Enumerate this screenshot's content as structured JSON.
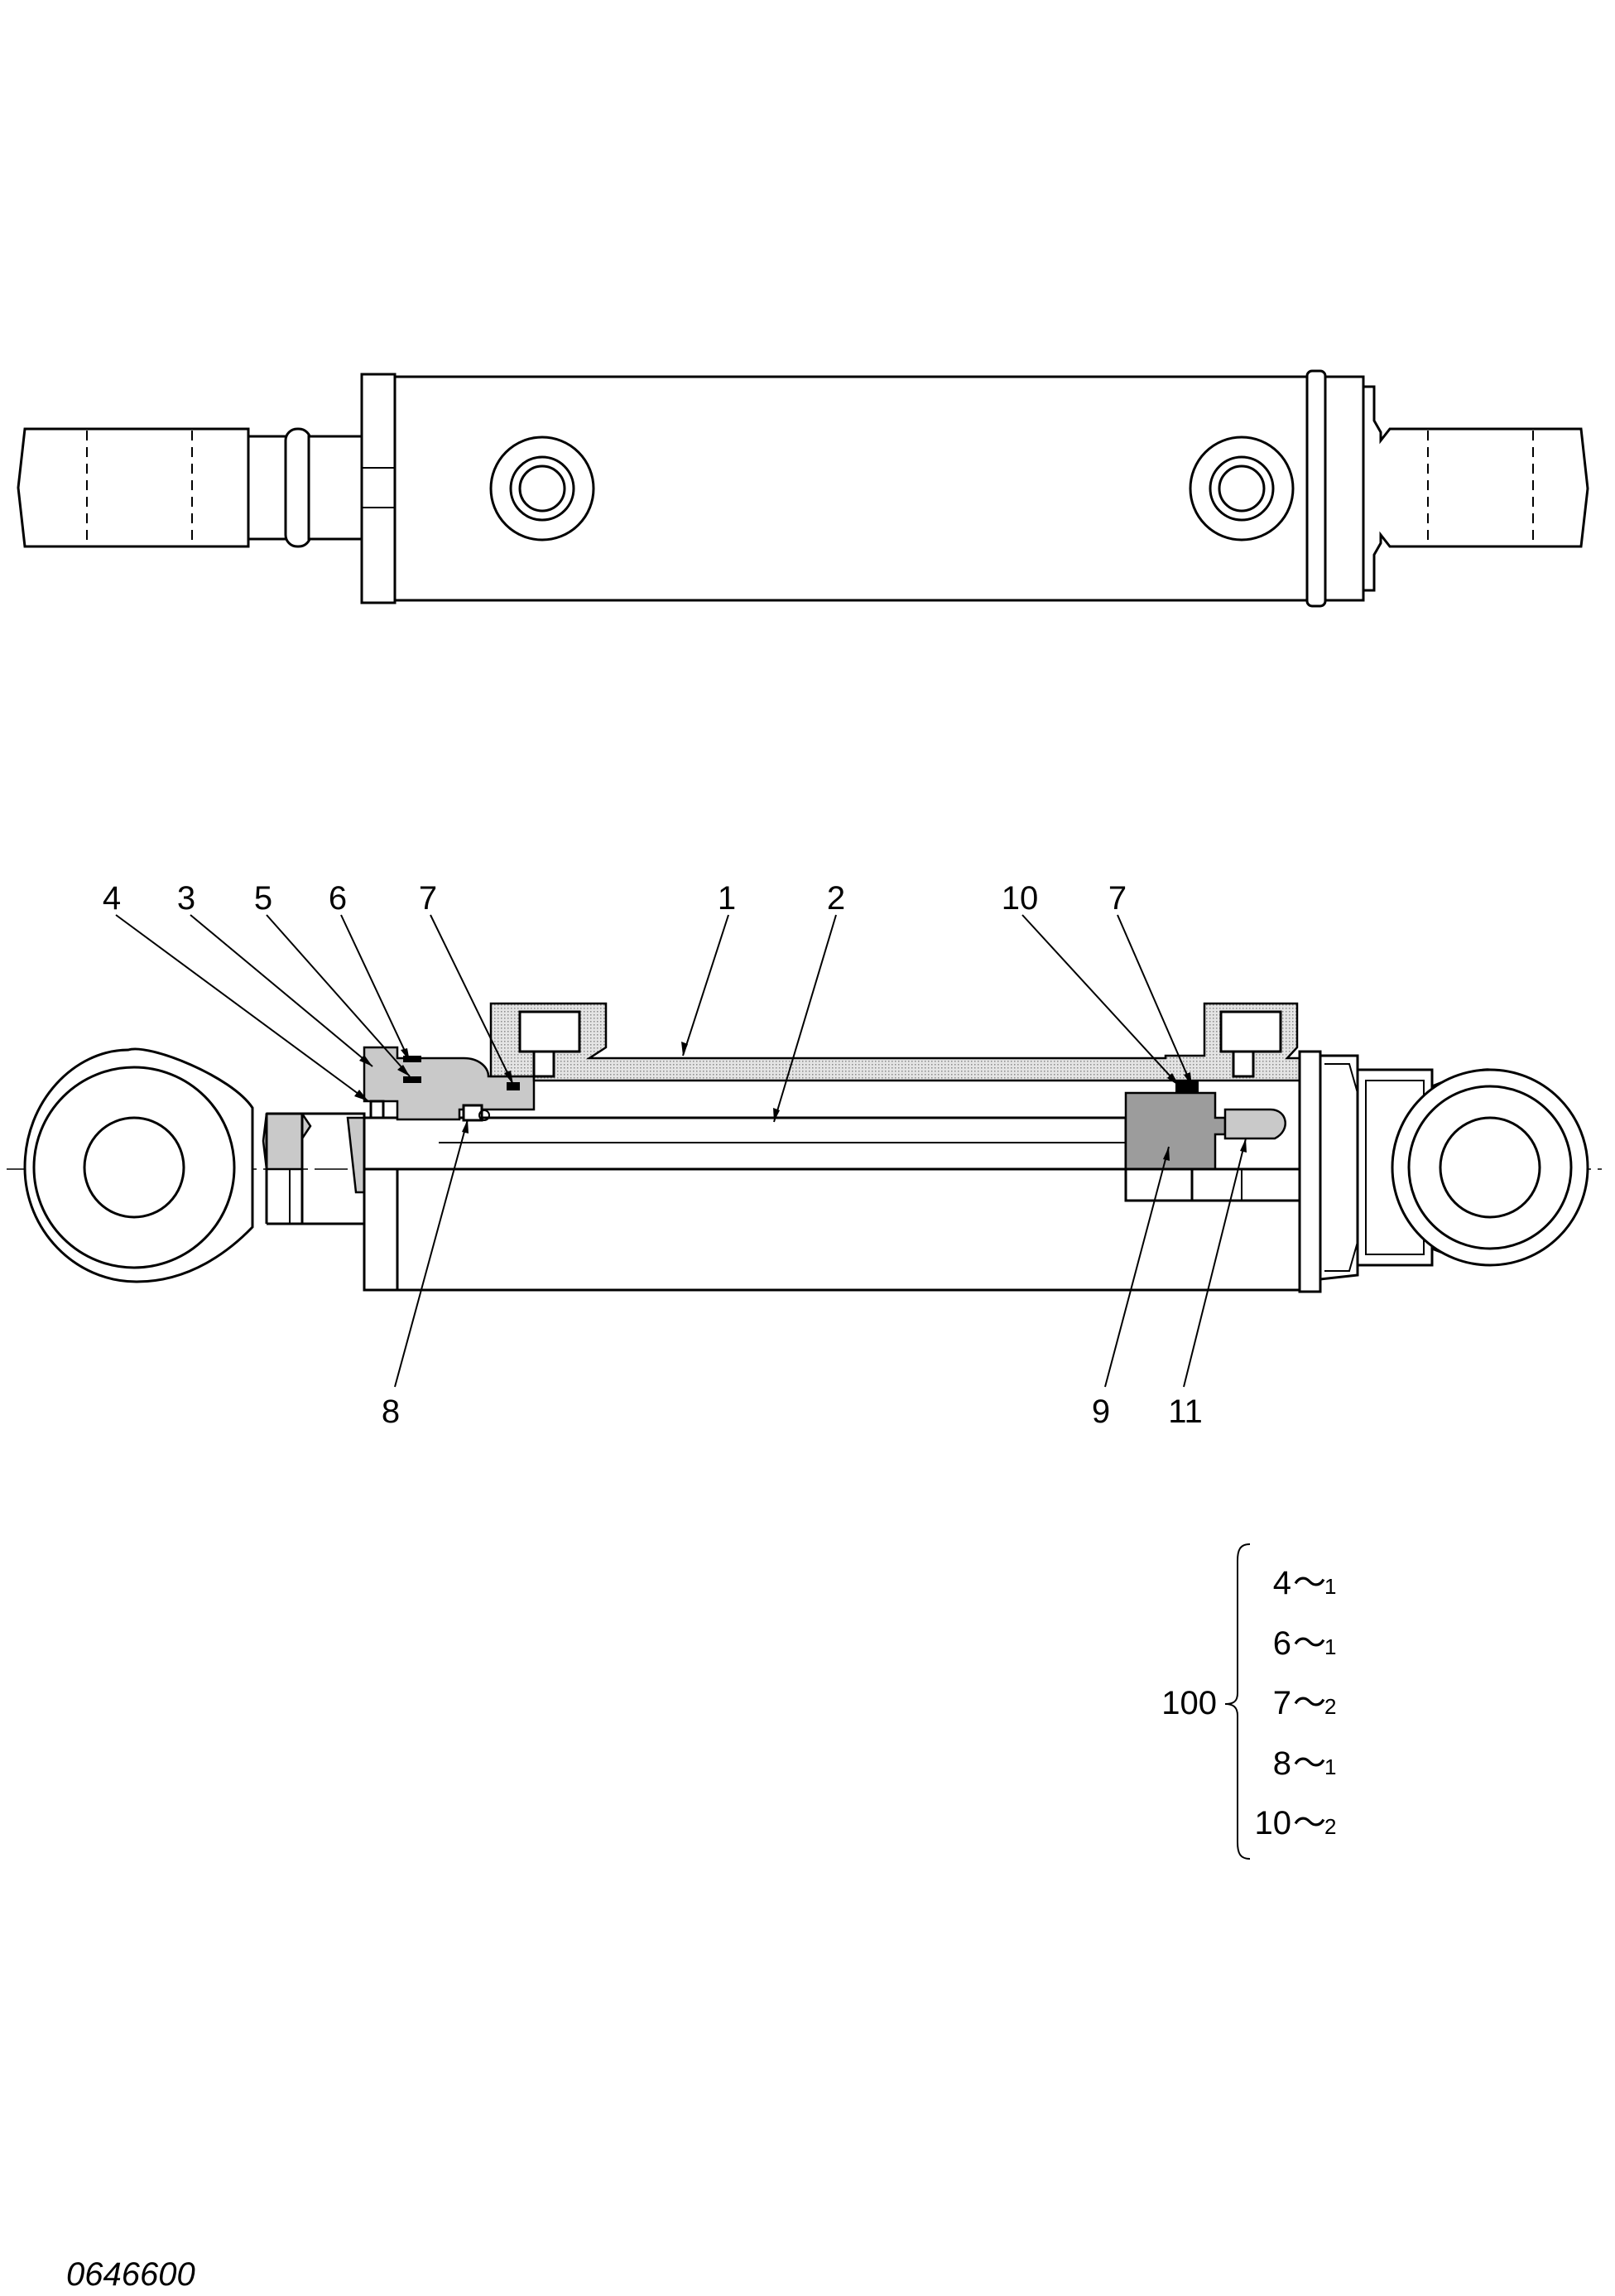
{
  "drawing_number": "0646600",
  "callouts": {
    "c4": "4",
    "c3": "3",
    "c5": "5",
    "c6": "6",
    "c7a": "7",
    "c1": "1",
    "c2": "2",
    "c10": "10",
    "c7b": "7",
    "c8": "8",
    "c9": "9",
    "c11": "11"
  },
  "seal_kit": {
    "number": "100",
    "items": [
      {
        "part": "4",
        "sep": "～",
        "qty": "1"
      },
      {
        "part": "6",
        "sep": "～",
        "qty": "1"
      },
      {
        "part": "7",
        "sep": "～",
        "qty": "2"
      },
      {
        "part": "8",
        "sep": "～",
        "qty": "1"
      },
      {
        "part": "10",
        "sep": "～",
        "qty": "2"
      }
    ]
  }
}
